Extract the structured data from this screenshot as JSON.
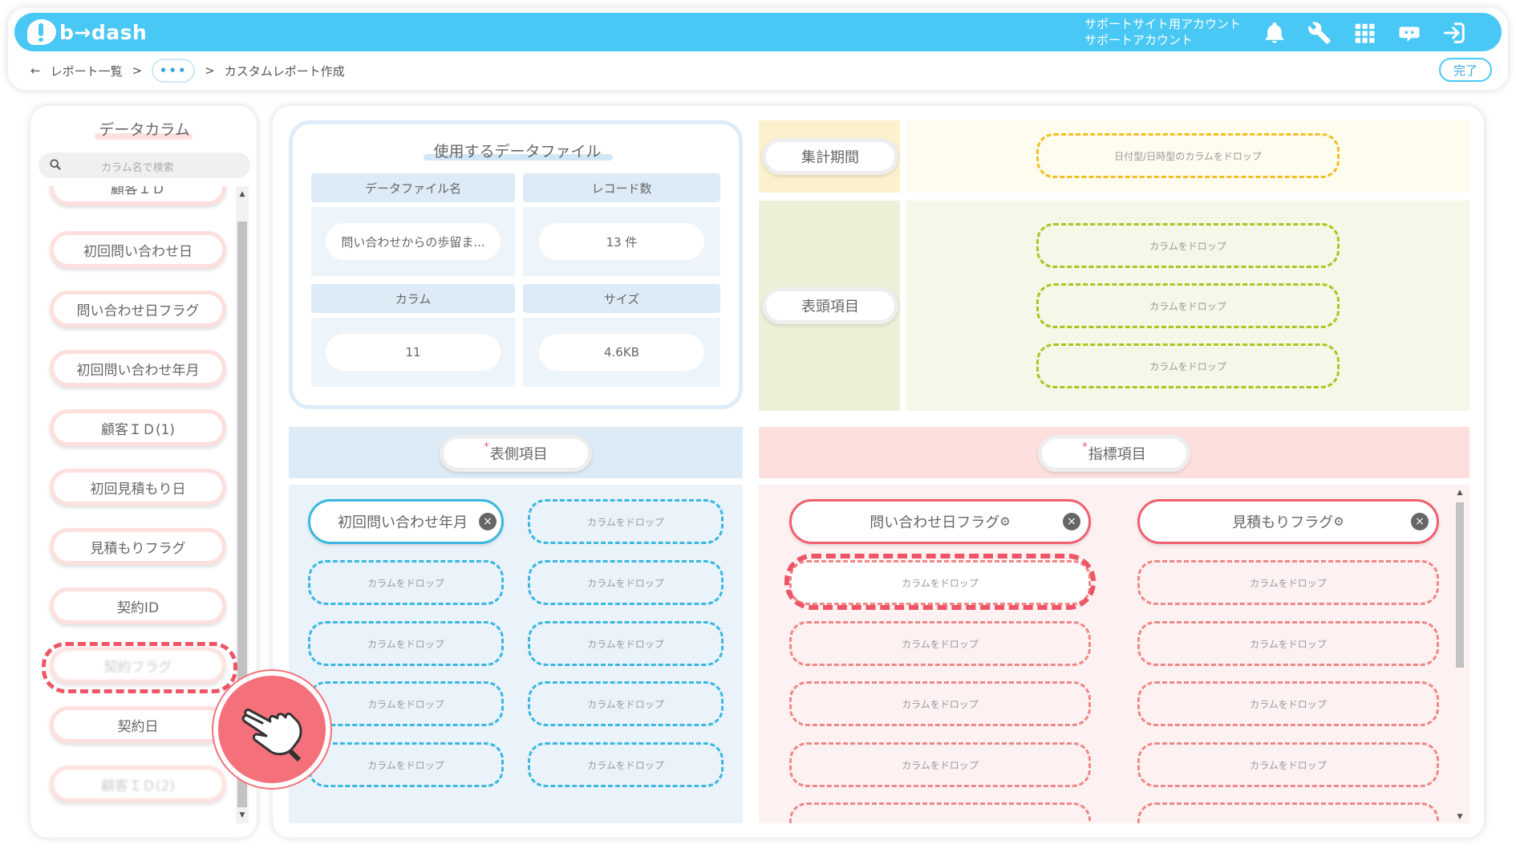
{
  "app": {
    "logo_text": "b→dash"
  },
  "header": {
    "account_line1": "サポートサイト用アカウント",
    "account_line2": "サポートアカウント",
    "icons": [
      "bell-icon",
      "wrench-icon",
      "grid-icon",
      "chat-bot-icon",
      "logout-icon"
    ]
  },
  "breadcrumb": {
    "back": "←",
    "items": [
      "レポート一覧",
      "•••",
      "カスタムレポート作成"
    ],
    "separator": ">"
  },
  "done_button": "完了",
  "data_columns": {
    "title": "データカラム",
    "search_placeholder": "カラム名で検索",
    "items": [
      "顧客ＩＤ",
      "初回問い合わせ日",
      "問い合わせ日フラグ",
      "初回問い合わせ年月",
      "顧客ＩＤ(1)",
      "初回見積もり日",
      "見積もりフラグ",
      "契約ID",
      "契約フラグ",
      "契約日",
      "顧客ＩＤ(2)"
    ]
  },
  "data_file": {
    "title": "使用するデータファイル",
    "file_name_label": "データファイル名",
    "file_name_value": "問い合わせからの歩留ま...",
    "record_count_label": "レコード数",
    "record_count_value": "13 件",
    "columns_label": "カラム",
    "columns_value": "11",
    "size_label": "サイズ",
    "size_value": "4.6KB"
  },
  "period": {
    "label": "集計期間",
    "drop_hint": "日付型/日時型のカラムをドロップ"
  },
  "header_items": {
    "label": "表頭項目",
    "drop_hint": "カラムをドロップ"
  },
  "side_items": {
    "label": "表側項目",
    "required_mark": "*",
    "filled": "初回問い合わせ年月",
    "drop_hint": "カラムをドロップ"
  },
  "metric_items": {
    "label": "指標項目",
    "required_mark": "*",
    "filled": [
      "問い合わせ日フラグ",
      "見積もりフラグ"
    ],
    "drop_hint": "カラムをドロップ"
  },
  "colors": {
    "brand": "#49c8f5",
    "accent_red": "#ee5566",
    "cursor_bg": "#f4707a"
  }
}
